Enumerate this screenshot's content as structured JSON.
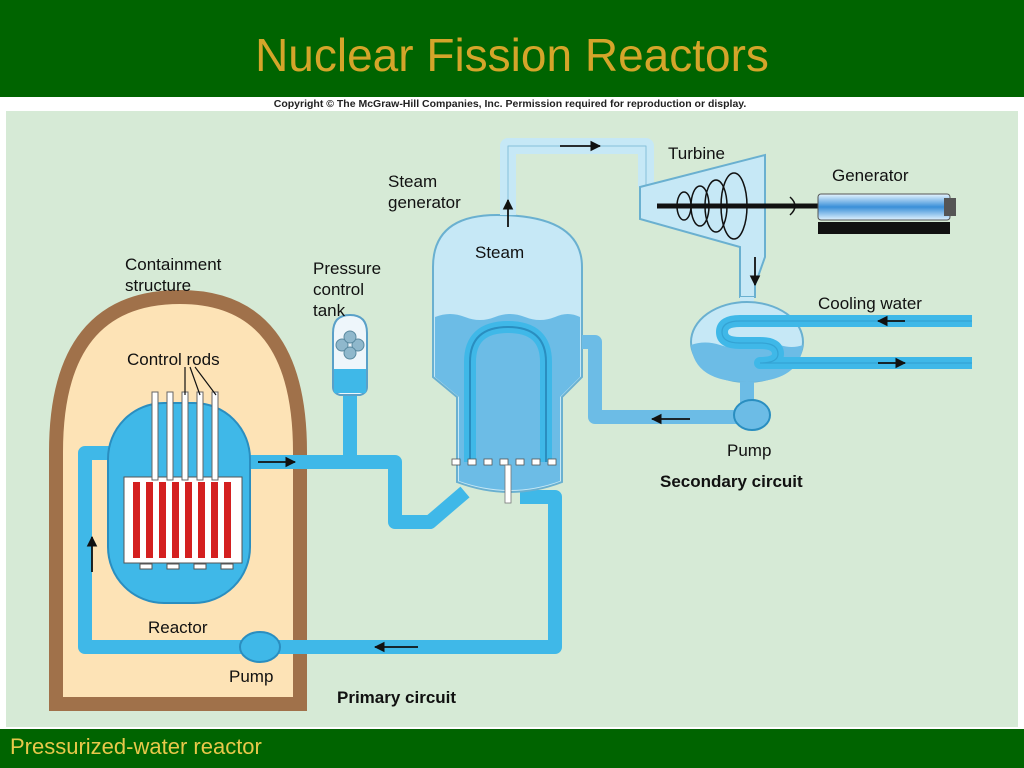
{
  "slide": {
    "title": "Nuclear Fission Reactors",
    "caption": "Pressurized-water reactor"
  },
  "figure": {
    "copyright": "Copyright © The McGraw-Hill Companies, Inc. Permission required for reproduction or display.",
    "labels": {
      "containment_structure_line1": "Containment",
      "containment_structure_line2": "structure",
      "control_rods": "Control rods",
      "reactor": "Reactor",
      "primary_pump": "Pump",
      "primary_circuit": "Primary circuit",
      "pressure_tank_line1": "Pressure",
      "pressure_tank_line2": "control",
      "pressure_tank_line3": "tank",
      "steam_generator_line1": "Steam",
      "steam_generator_line2": "generator",
      "steam": "Steam",
      "turbine": "Turbine",
      "generator": "Generator",
      "cooling_water": "Cooling water",
      "secondary_pump": "Pump",
      "secondary_circuit": "Secondary circuit"
    }
  },
  "colors": {
    "slide_background": "#006400",
    "title": "#d4a52a",
    "diagram_background": "#d6ead6",
    "water": "#3fb8e8",
    "steam_pipe": "#c6e8f6",
    "containment_wall": "#a0714a",
    "containment_inner": "#fde3b6",
    "fuel_rods": "#d42020"
  }
}
